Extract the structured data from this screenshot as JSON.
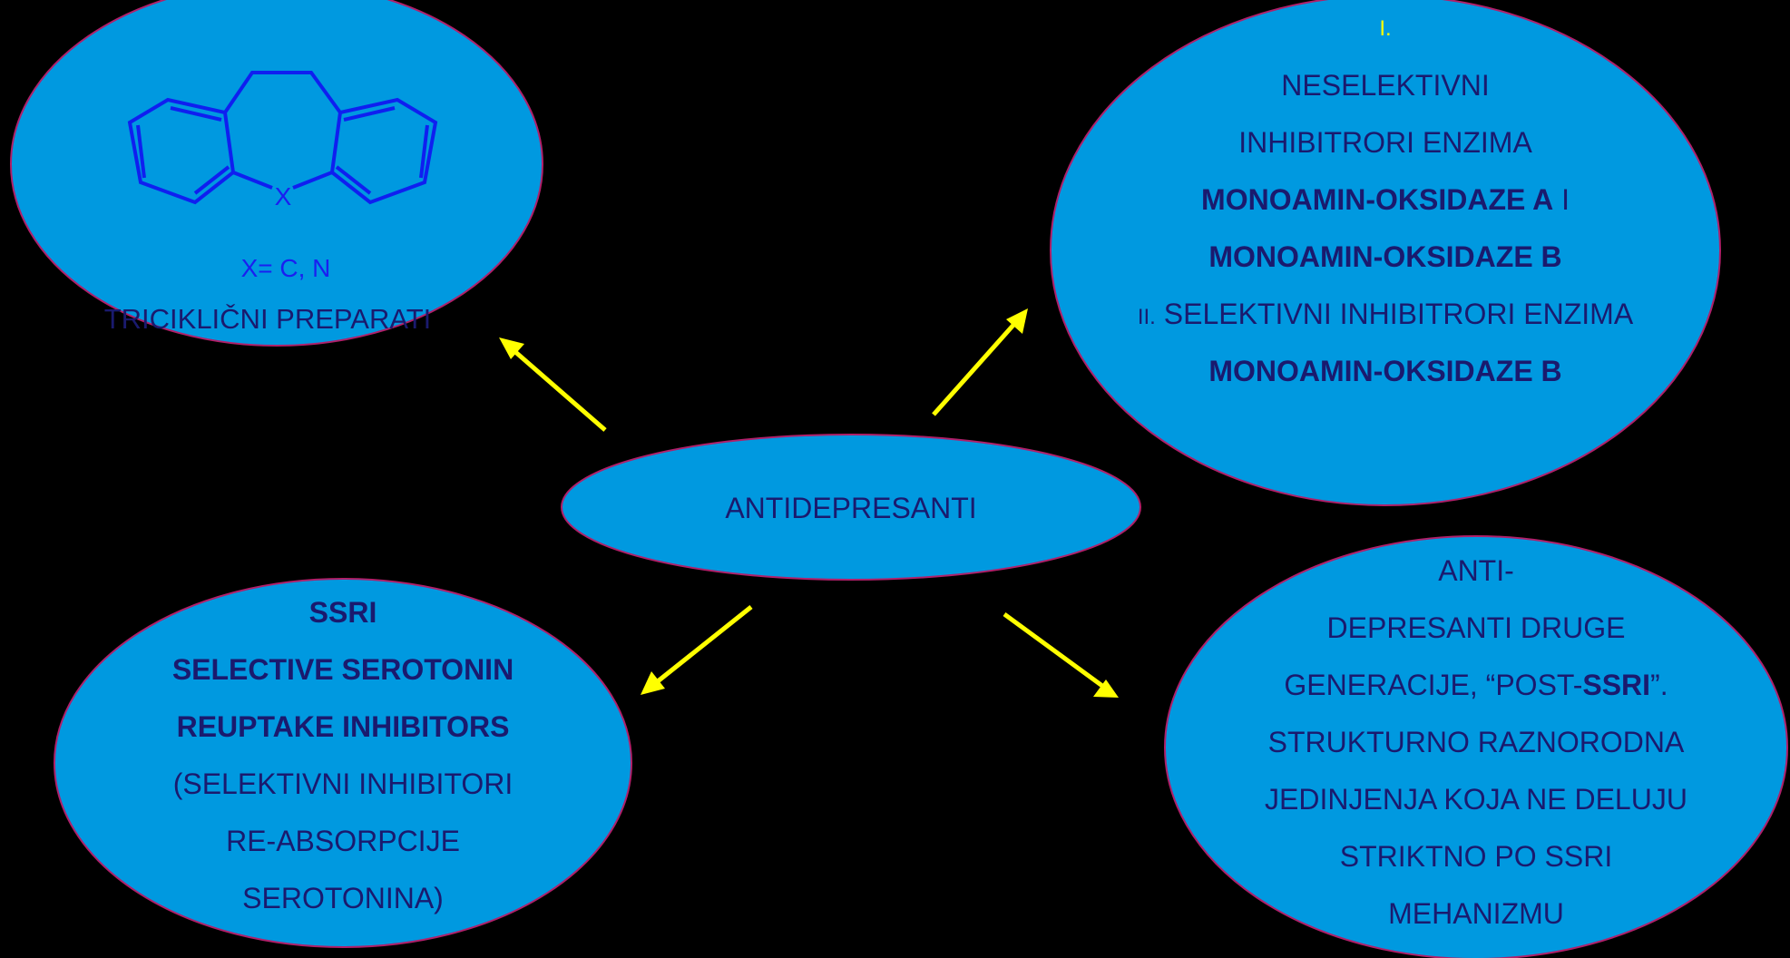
{
  "center": {
    "label": "ANTIDEPRESANTI"
  },
  "tricyclic": {
    "structure_atom_label": "X",
    "x_definition": "X= C, N",
    "title": "TRICIKLIČNI  PREPARATI"
  },
  "mao": {
    "numeral_1": "I.",
    "line1": "NESELEKTIVNI",
    "line2": "INHIBITRORI ENZIMA",
    "line3_bold": "MONOAMIN-OKSIDAZE A",
    "line3_conj": " I",
    "line4_bold": "MONOAMIN-OKSIDAZE B",
    "numeral_2": "II.",
    "line5": " SELEKTIVNI INHIBITRORI ENZIMA",
    "line6_bold": "MONOAMIN-OKSIDAZE B"
  },
  "ssri": {
    "abbr": "SSRI",
    "line1_bold": "SELECTIVE SEROTONIN",
    "line2_bold": "REUPTAKE INHIBITORS",
    "line3": "(SELEKTIVNI INHIBITORI",
    "line4": "RE-ABSORPCIJE",
    "line5": "SEROTONINA)"
  },
  "post_ssri": {
    "line1": "ANTI-",
    "line2": "DEPRESANTI  DRUGE",
    "line3_pre": "GENERACIJE,  “POST-",
    "line3_bold": "SSRI",
    "line3_post": "”.",
    "line4": "STRUKTURNO RAZNORODNA",
    "line5": "JEDINJENJA KOJA NE DELUJU",
    "line6": "STRIKTNO PO SSRI",
    "line7": "MEHANIZMU"
  },
  "colors": {
    "background": "#000000",
    "ellipse_fill": "#0099e0",
    "ellipse_stroke": "#b0206a",
    "arrow": "#ffff00",
    "text_dark": "#1a1a6e",
    "structure": "#0f1ff0",
    "numeral_highlight": "#ffff00"
  }
}
